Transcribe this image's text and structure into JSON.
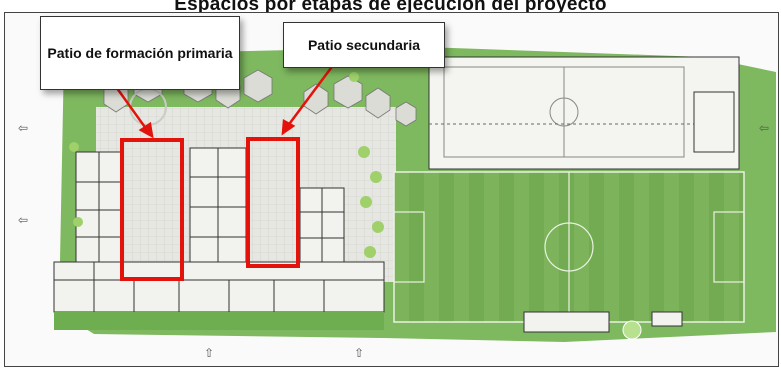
{
  "title": "Espacios por etapas de ejecución del proyecto",
  "callouts": {
    "primary_patio": "Patio de formación primaria",
    "secondary_patio": "Patio secundaria"
  },
  "colors": {
    "grass": "#7eb85f",
    "grass_dark": "#5f9a45",
    "paving": "#e6e7e2",
    "highlight": "#e3120b",
    "building_line": "#333333"
  }
}
